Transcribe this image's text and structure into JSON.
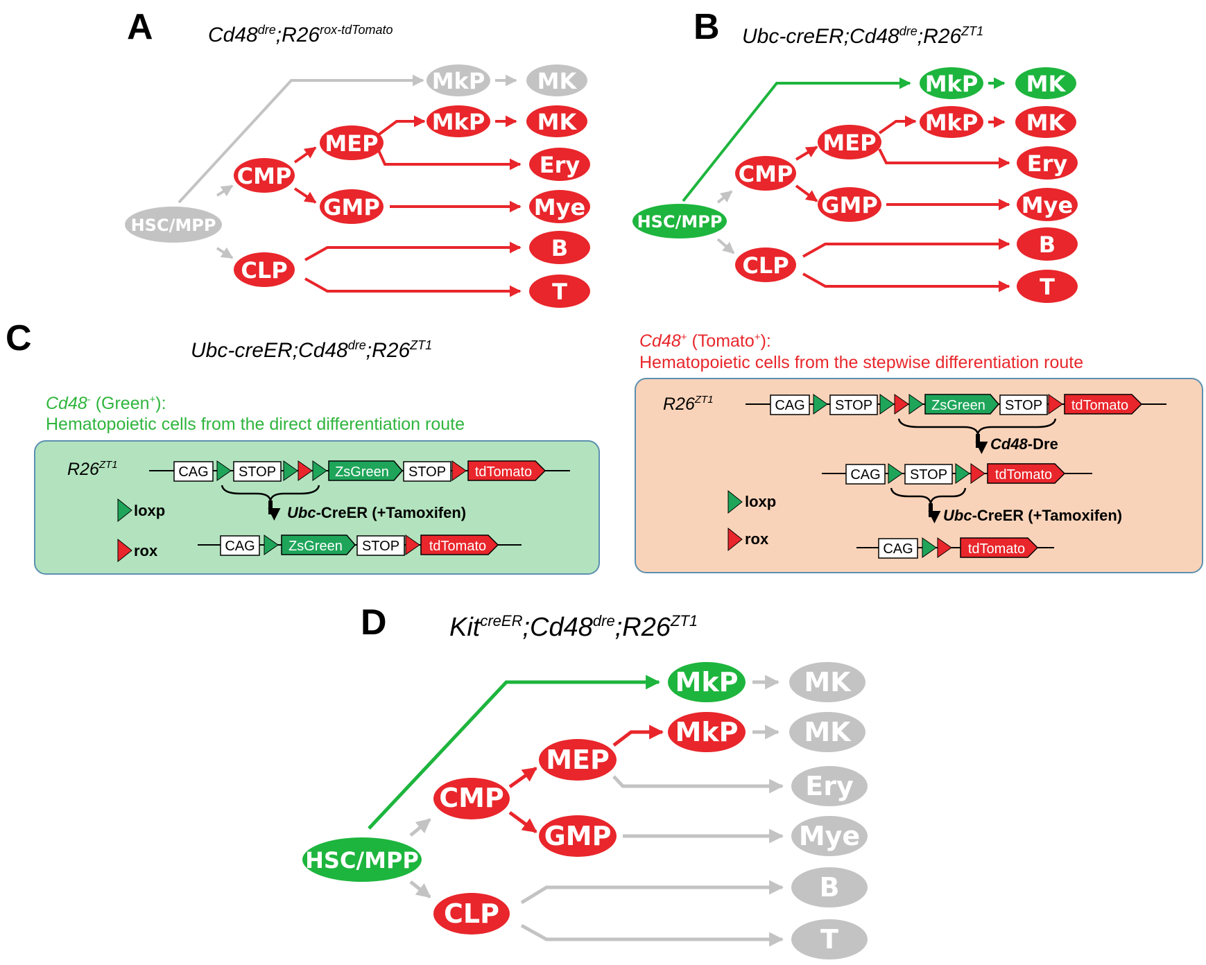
{
  "colors": {
    "red": "#e8262b",
    "green": "#1db53d",
    "grey": "#c3c3c3",
    "green_panel": "#b2e3be",
    "orange_panel": "#f9d3b9",
    "green_text": "#2fb53d",
    "red_text": "#e8262b"
  },
  "panel_a": {
    "letter": "A",
    "title_main": "Cd48",
    "title_sup1": "dre",
    "title_mid": ";R26",
    "title_sup2": "rox-tdTomato",
    "nodes": {
      "hsc": "HSC/MPP",
      "cmp": "CMP",
      "clp": "CLP",
      "mep": "MEP",
      "gmp": "GMP",
      "mkp_top": "MkP",
      "mk_top": "MK",
      "mkp": "MkP",
      "mk": "MK",
      "ery": "Ery",
      "mye": "Mye",
      "b": "B",
      "t": "T"
    }
  },
  "panel_b": {
    "letter": "B",
    "title_main": "Ubc-creER;Cd48",
    "title_sup1": "dre",
    "title_mid": ";R26",
    "title_sup2": "ZT1",
    "nodes": {
      "hsc": "HSC/MPP",
      "cmp": "CMP",
      "clp": "CLP",
      "mep": "MEP",
      "gmp": "GMP",
      "mkp_top": "MkP",
      "mk_top": "MK",
      "mkp": "MkP",
      "mk": "MK",
      "ery": "Ery",
      "mye": "Mye",
      "b": "B",
      "t": "T"
    }
  },
  "panel_c": {
    "letter": "C",
    "title_main": "Ubc-creER;Cd48",
    "title_sup1": "dre",
    "title_mid": ";R26",
    "title_sup2": "ZT1",
    "left": {
      "cd48": "Cd48",
      "cd48_sup": "-",
      "green_label": " (Green",
      "green_sup": "+",
      "green_close": "):",
      "description": "Hematopoietic cells from the direct differentiation route",
      "r26": "R26",
      "r26_sup": "ZT1",
      "enzyme_italic": "Ubc",
      "enzyme_rest": "-CreER (+Tamoxifen)",
      "loxp": "loxp",
      "rox": "rox"
    },
    "right": {
      "cd48": "Cd48",
      "cd48_sup": "+",
      "tomato_label": " (Tomato",
      "tomato_sup": "+",
      "tomato_close": "):",
      "description": "Hematopoietic cells from the stepwise differentiation route",
      "r26": "R26",
      "r26_sup": "ZT1",
      "dre_italic": "Cd48",
      "dre_rest": "-Dre",
      "enzyme_italic": "Ubc",
      "enzyme_rest": "-CreER (+Tamoxifen)",
      "loxp": "loxp",
      "rox": "rox"
    },
    "elements": {
      "cag": "CAG",
      "stop": "STOP",
      "zsgreen": "ZsGreen",
      "tdtomato": "tdTomato"
    }
  },
  "panel_d": {
    "letter": "D",
    "title_main": "Kit",
    "title_sup0": "creER",
    "title_mid1": ";Cd48",
    "title_sup1": "dre",
    "title_mid": ";R26",
    "title_sup2": "ZT1",
    "nodes": {
      "hsc": "HSC/MPP",
      "cmp": "CMP",
      "clp": "CLP",
      "mep": "MEP",
      "gmp": "GMP",
      "mkp_top": "MkP",
      "mk_top": "MK",
      "mkp": "MkP",
      "mk": "MK",
      "ery": "Ery",
      "mye": "Mye",
      "b": "B",
      "t": "T"
    }
  }
}
